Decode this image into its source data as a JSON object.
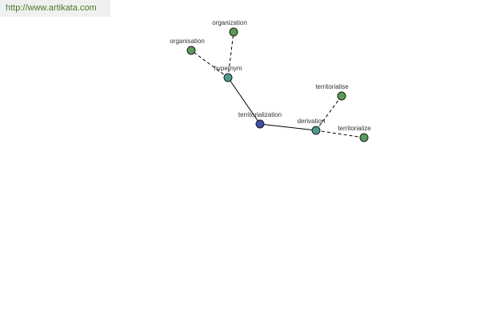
{
  "banner": {
    "url_text": "http://www.artikata.com"
  },
  "colors": {
    "leaf_node": "#5a9a5a",
    "relation_node": "#4a9a8c",
    "center_node": "#3e4fa8",
    "banner_text": "#4a7a2a"
  },
  "graph": {
    "nodes": [
      {
        "id": "territorialization",
        "label": "territorialization",
        "kind": "center"
      },
      {
        "id": "hypernym",
        "label": "hypernym",
        "kind": "relation"
      },
      {
        "id": "organization",
        "label": "organization",
        "kind": "leaf"
      },
      {
        "id": "organisation",
        "label": "organisation",
        "kind": "leaf"
      },
      {
        "id": "derivation",
        "label": "derivation",
        "kind": "relation"
      },
      {
        "id": "territorialise",
        "label": "territorialise",
        "kind": "leaf"
      },
      {
        "id": "territorialize",
        "label": "territorialize",
        "kind": "leaf"
      }
    ],
    "edges": [
      {
        "from": "territorialization",
        "to": "hypernym",
        "style": "solid"
      },
      {
        "from": "territorialization",
        "to": "derivation",
        "style": "solid"
      },
      {
        "from": "hypernym",
        "to": "organization",
        "style": "dashed"
      },
      {
        "from": "hypernym",
        "to": "organisation",
        "style": "dashed"
      },
      {
        "from": "derivation",
        "to": "territorialise",
        "style": "dashed"
      },
      {
        "from": "derivation",
        "to": "territorialize",
        "style": "dashed"
      }
    ]
  }
}
